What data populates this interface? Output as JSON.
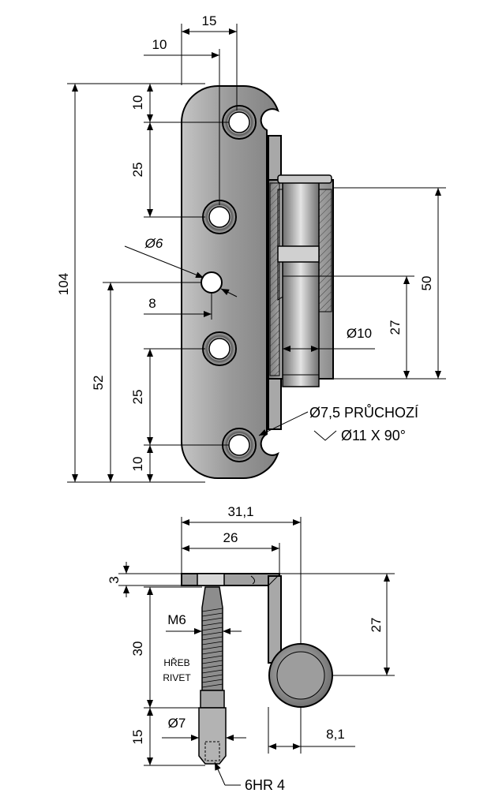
{
  "top_view": {
    "dims": {
      "width_15": "15",
      "offset_10": "10",
      "height_104": "104",
      "top_10": "10",
      "spacing_25_top": "25",
      "hole_d6": "Ø6",
      "offset_8": "8",
      "height_52": "52",
      "spacing_25_bottom": "25",
      "bottom_10": "10",
      "knuckle_50": "50",
      "knuckle_27": "27",
      "pin_d10": "Ø10"
    },
    "notes": {
      "through_hole": "Ø7,5 PRŮCHOZÍ",
      "countersink": "Ø11 X 90°"
    }
  },
  "side_view": {
    "dims": {
      "width_31_1": "31,1",
      "width_26": "26",
      "thickness_3": "3",
      "height_27": "27",
      "thread_m6": "M6",
      "length_30": "30",
      "length_15": "15",
      "shank_d7": "Ø7",
      "knuckle_8_1": "8,1"
    },
    "labels": {
      "rivet_cz": "HŘEB",
      "rivet_en": "RIVET",
      "drive": "6HR 4"
    }
  },
  "colors": {
    "plate_fill": "#8e8e8e",
    "hole_fill": "#ffffff",
    "knuckle_fill": "#b0b0b0",
    "line": "#000000"
  }
}
